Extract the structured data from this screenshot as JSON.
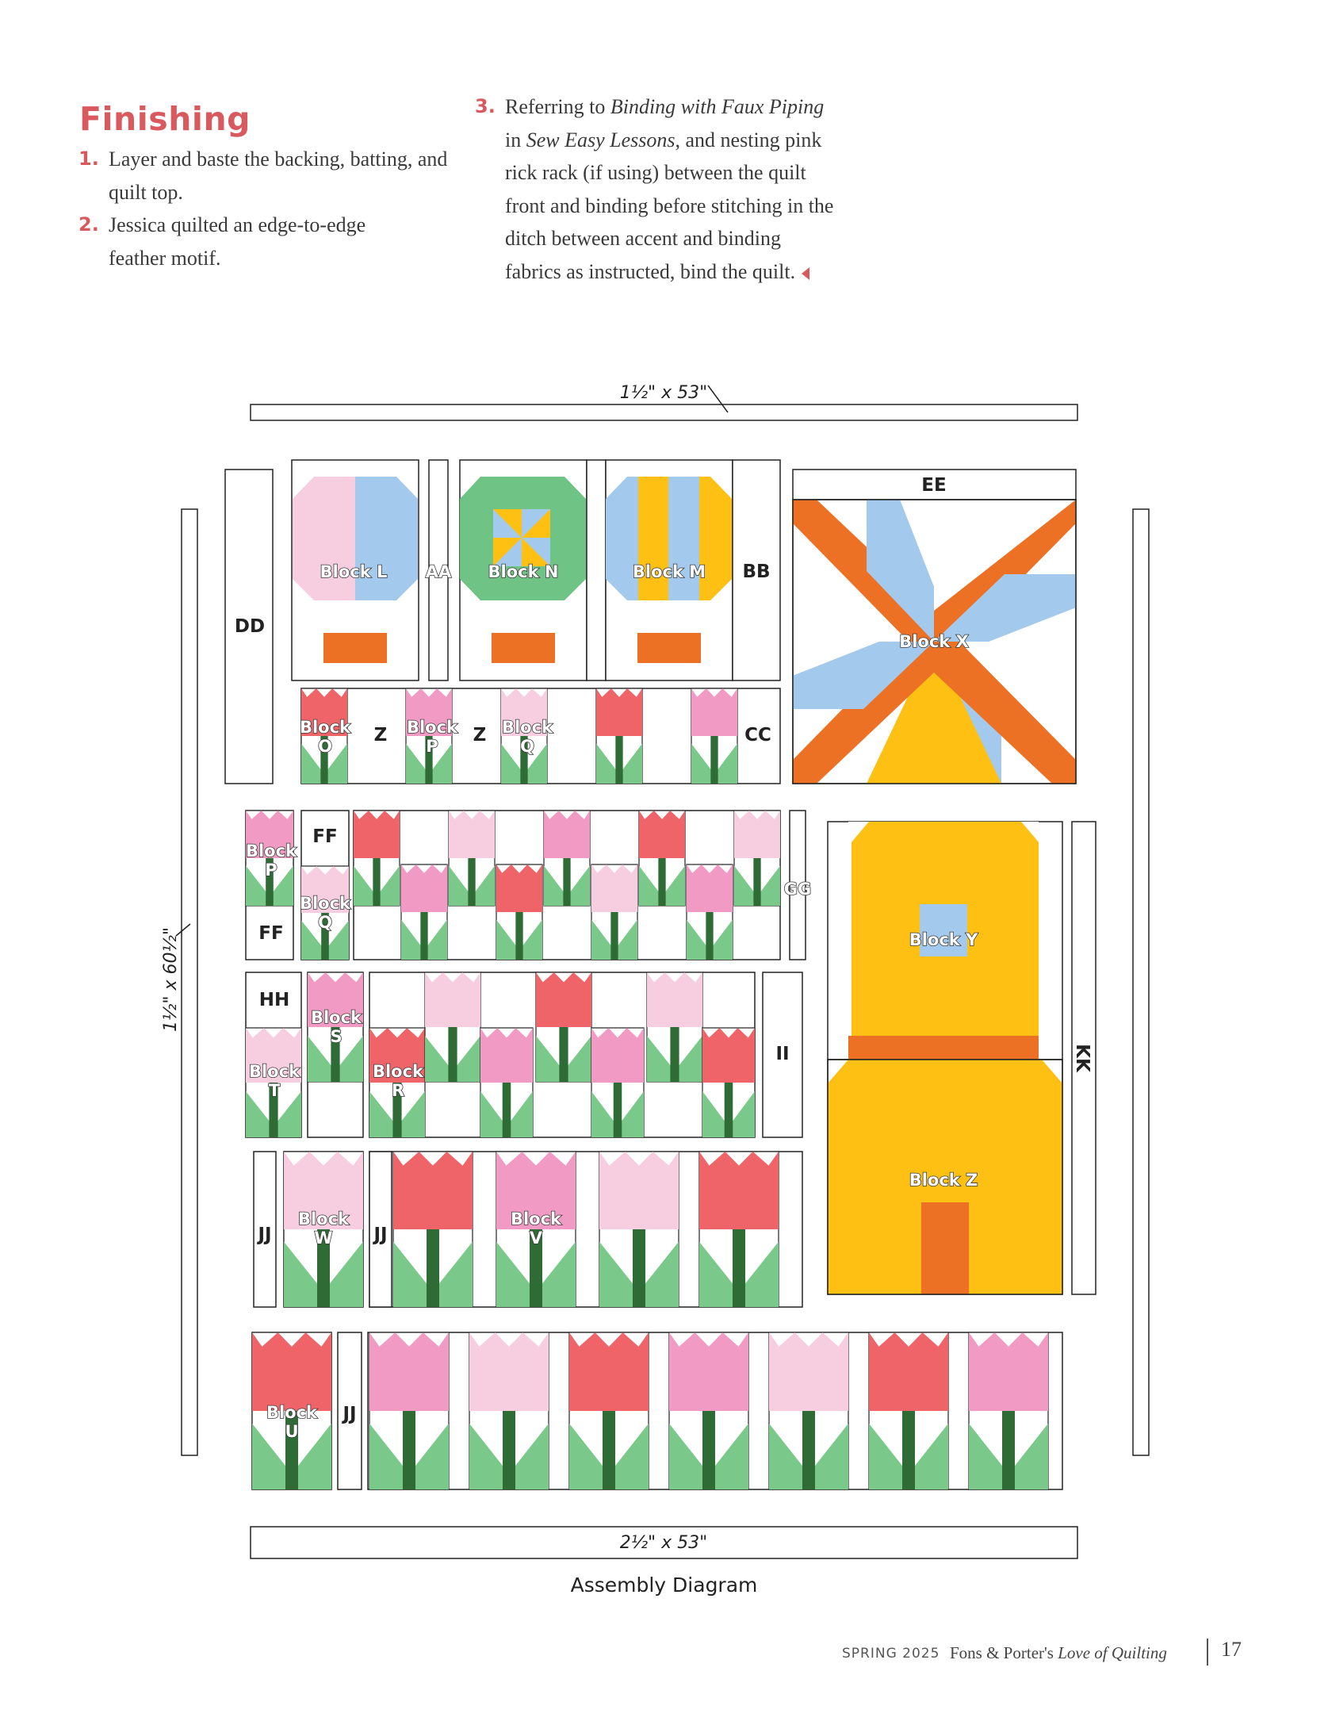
{
  "finishing": {
    "title": "Finishing",
    "steps": [
      {
        "num": "1.",
        "text": "Layer and baste the backing, batting, and quilt top."
      },
      {
        "num": "2.",
        "text": "Jessica quilted an edge-to-edge feather motif."
      }
    ],
    "step3": {
      "num": "3.",
      "pre": "Referring to ",
      "book1": "Binding with Faux Piping",
      "mid": " in ",
      "book2": "Sew Easy Lessons",
      "post": ", and nesting pink rick rack (if using) between the quilt front and binding before stitching in the ditch between accent and binding fabrics as instructed, bind the quilt."
    }
  },
  "diagram": {
    "top_strip_label": "1½\" x 53\"",
    "side_strip_label": "1½\" x 60½\"",
    "bottom_strip_label": "2½\" x 53\"",
    "caption": "Assembly Diagram",
    "piece_labels": {
      "aa": "AA",
      "bb": "BB",
      "cc": "CC",
      "dd": "DD",
      "ee": "EE",
      "ff": "FF",
      "gg": "GG",
      "hh": "HH",
      "ii": "II",
      "jj": "JJ",
      "kk": "KK",
      "z": "Z"
    },
    "block_word": "Block",
    "block_letters": {
      "l": "L",
      "m": "M",
      "n": "N",
      "o": "O",
      "p": "P",
      "q": "Q",
      "r": "R",
      "s": "S",
      "t": "T",
      "u": "U",
      "v": "V",
      "w": "W",
      "x": "X",
      "y": "Y",
      "zz": "Z"
    },
    "colors": {
      "pink_light": "#f7cde0",
      "pink_med": "#f19ac3",
      "red": "#ef6469",
      "green": "#7ac98a",
      "green_dark": "#2e6b35",
      "blue": "#a3c9ec",
      "orange": "#ed7125",
      "yellow": "#fec013",
      "hex_green": "#6fc384"
    }
  },
  "footer": {
    "season": "SPRING 2025",
    "mag_pre": "Fons & Porter's ",
    "mag_italic": "Love of Quilting",
    "page": "17"
  }
}
